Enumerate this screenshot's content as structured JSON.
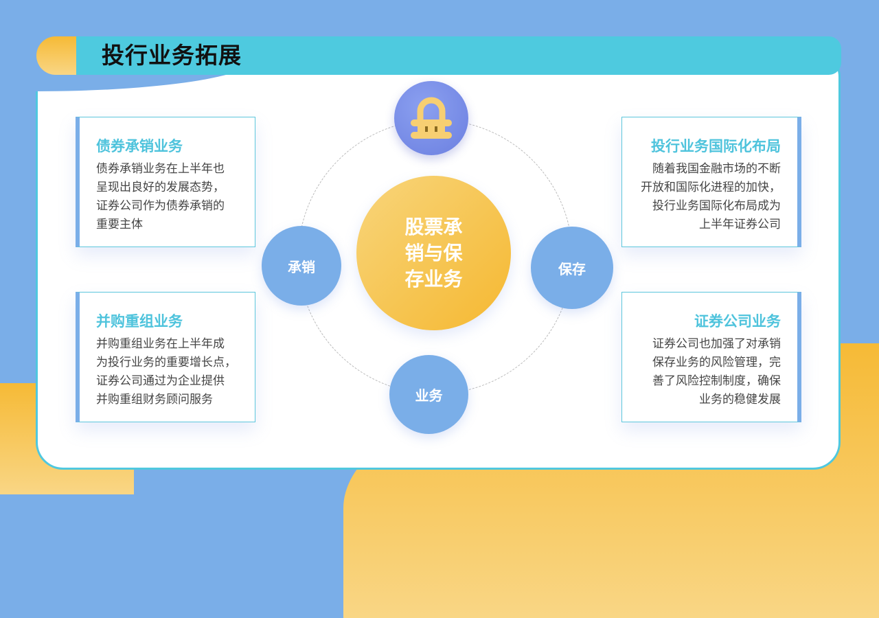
{
  "header": {
    "title": "投行业务拓展"
  },
  "colors": {
    "accent_cyan": "#4ecadf",
    "accent_blue": "#7aaee8",
    "accent_yellow": "#f6ba36",
    "heading_color": "#4ec3dc"
  },
  "center": {
    "label": "股票承\n销与保\n存业务",
    "top_icon": "lock-icon"
  },
  "nodes": {
    "left": "承销",
    "right": "保存",
    "bottom": "业务"
  },
  "cards": [
    {
      "title": "债券承销业务",
      "body": "债券承销业务在上半年也\n呈现出良好的发展态势，\n证券公司作为债券承销的\n重要主体"
    },
    {
      "title": "并购重组业务",
      "body": "并购重组业务在上半年成\n为投行业务的重要增长点，\n证券公司通过为企业提供\n并购重组财务顾问服务"
    },
    {
      "title": "投行业务国际化布局",
      "body": "随着我国金融市场的不断\n开放和国际化进程的加快，\n投行业务国际化布局成为\n上半年证券公司"
    },
    {
      "title": "证券公司业务",
      "body": "证券公司也加强了对承销\n保存业务的风险管理，完\n善了风险控制制度，确保\n业务的稳健发展"
    }
  ]
}
